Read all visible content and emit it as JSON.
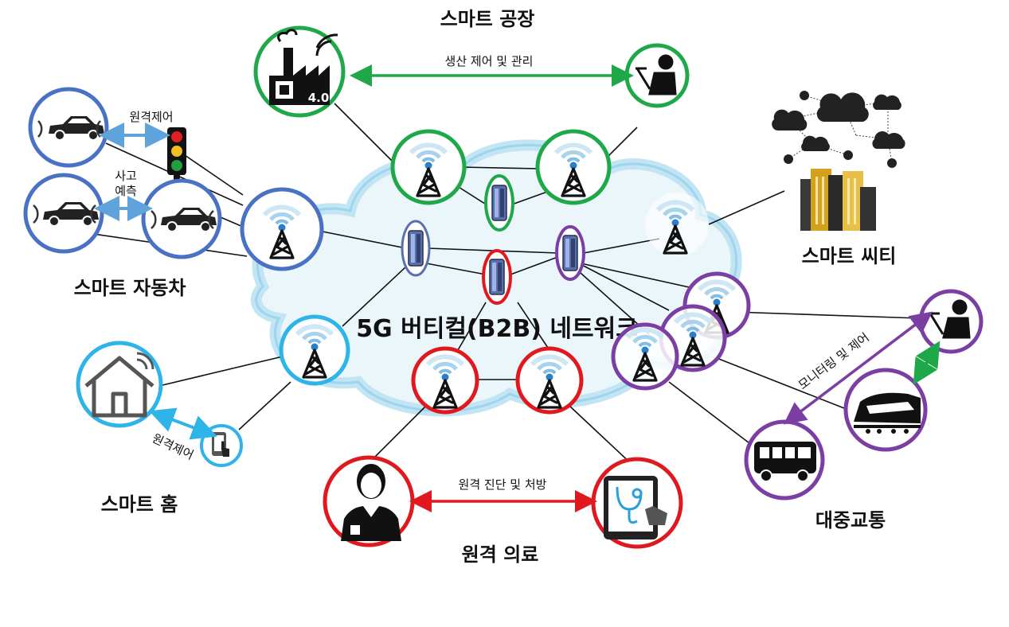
{
  "center_title": "5G 버티컬(B2B) 네트워크",
  "domains": {
    "smart_factory": {
      "title": "스마트 공장",
      "link_label": "생산 제어 및 관리"
    },
    "smart_car": {
      "title": "스마트 자동차",
      "remote_label": "원격제어",
      "accident_label_1": "사고",
      "accident_label_2": "예측"
    },
    "smart_city": {
      "title": "스마트 씨티"
    },
    "smart_home": {
      "title": "스마트 홈",
      "remote_label": "원격제어"
    },
    "telemedicine": {
      "title": "원격 의료",
      "link_label": "원격 진단 및 처방"
    },
    "public_transport": {
      "title": "대중교통",
      "monitor_label": "모니터링 및 제어"
    }
  },
  "factory_badge": "4.0",
  "colors": {
    "factory": "#1fa84a",
    "car": "#4a72c4",
    "home": "#2eb4e8",
    "medical": "#e0191f",
    "transport": "#7b3fa3",
    "cloud": "#bfe4f4"
  }
}
